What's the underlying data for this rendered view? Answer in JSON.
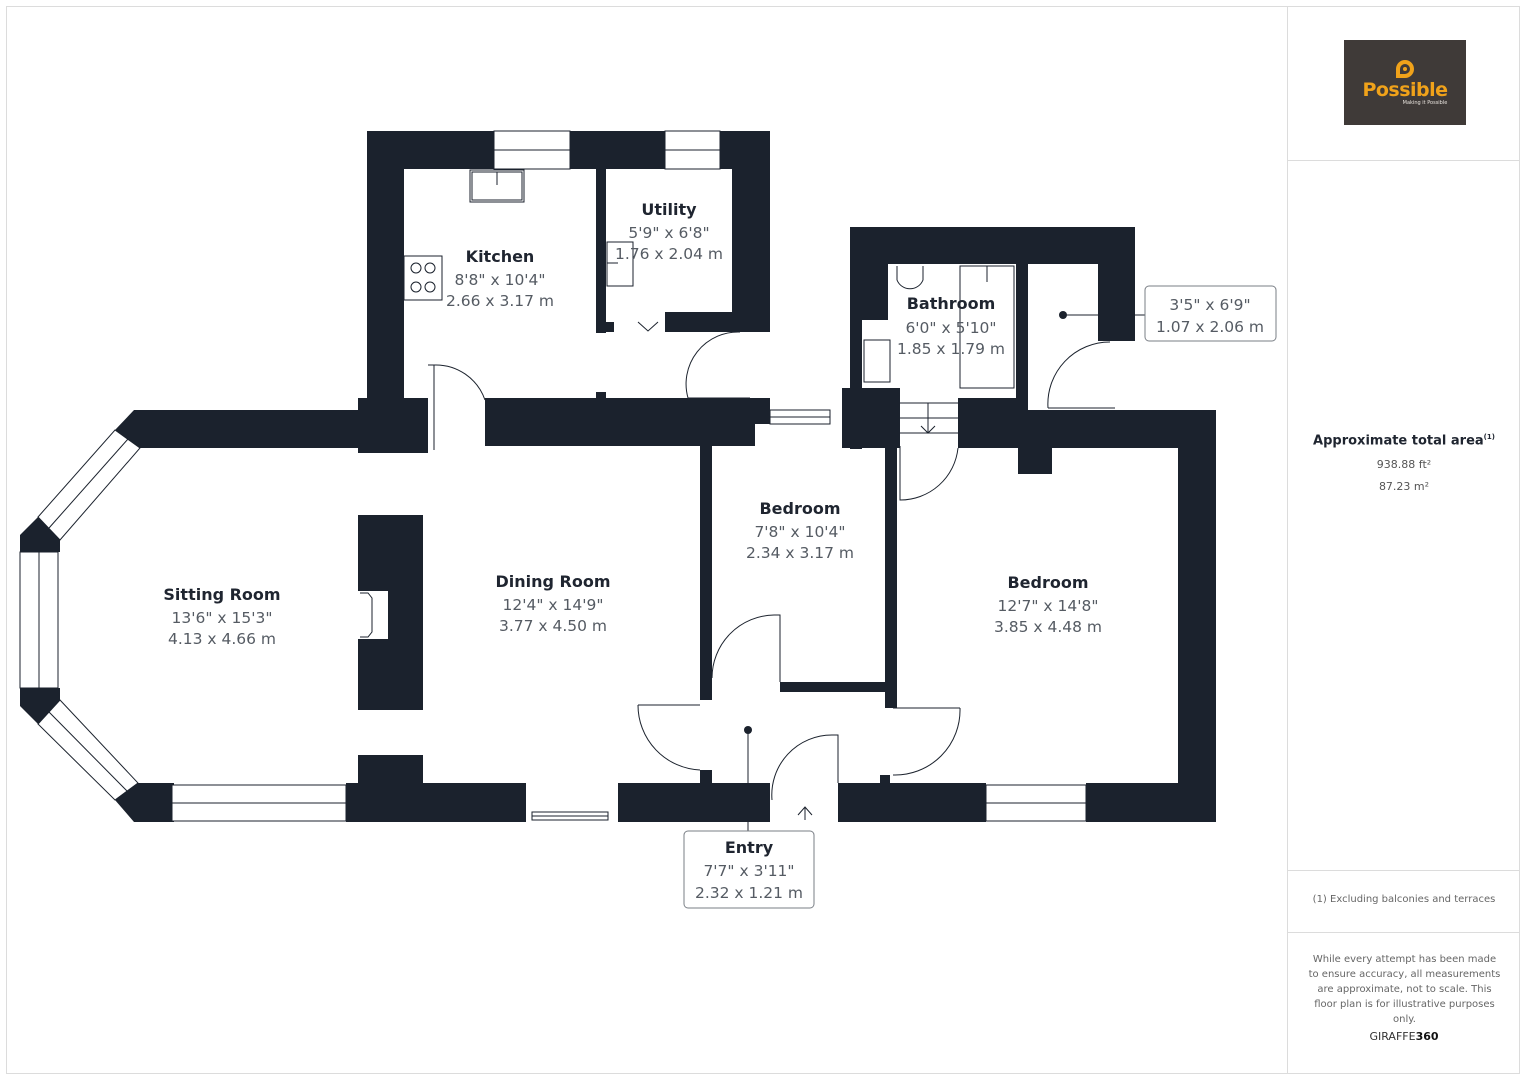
{
  "rooms": [
    {
      "id": "sitting-room",
      "name": "Sitting Room",
      "imperial": "13'6\" x 15'3\"",
      "metric": "4.13 x 4.66 m"
    },
    {
      "id": "dining-room",
      "name": "Dining Room",
      "imperial": "12'4\" x 14'9\"",
      "metric": "3.77 x 4.50 m"
    },
    {
      "id": "kitchen",
      "name": "Kitchen",
      "imperial": "8'8\" x 10'4\"",
      "metric": "2.66 x 3.17 m"
    },
    {
      "id": "utility",
      "name": "Utility",
      "imperial": "5'9\" x 6'8\"",
      "metric": "1.76 x 2.04 m"
    },
    {
      "id": "bathroom",
      "name": "Bathroom",
      "imperial": "6'0\" x 5'10\"",
      "metric": "1.85 x 1.79 m"
    },
    {
      "id": "closet",
      "name": "",
      "imperial": "3'5\" x 6'9\"",
      "metric": "1.07 x 2.06 m"
    },
    {
      "id": "bedroom-small",
      "name": "Bedroom",
      "imperial": "7'8\" x 10'4\"",
      "metric": "2.34 x 3.17 m"
    },
    {
      "id": "bedroom-large",
      "name": "Bedroom",
      "imperial": "12'7\" x 14'8\"",
      "metric": "3.85 x 4.48 m"
    },
    {
      "id": "entry",
      "name": "Entry",
      "imperial": "7'7\" x 3'11\"",
      "metric": "2.32 x 1.21 m"
    }
  ],
  "sidebar": {
    "logo": {
      "word": "Possible",
      "tagline": "Making it Possible",
      "bg_color": "#3f3a38",
      "accent_color": "#f0a21a"
    },
    "area_title": "Approximate total area",
    "area_footnote_mark": "(1)",
    "area_ft": "938.88 ft²",
    "area_m": "87.23 m²",
    "footnote": "(1) Excluding balconies and terraces",
    "disclaimer": "While every attempt has been made to ensure accuracy, all measurements are approximate, not to scale. This floor plan is for illustrative purposes only.",
    "brand_a": "GIRAFFE",
    "brand_b": "360"
  },
  "colors": {
    "wall": "#1b222d",
    "text": "#1f2530",
    "dim_text": "#555b63"
  }
}
